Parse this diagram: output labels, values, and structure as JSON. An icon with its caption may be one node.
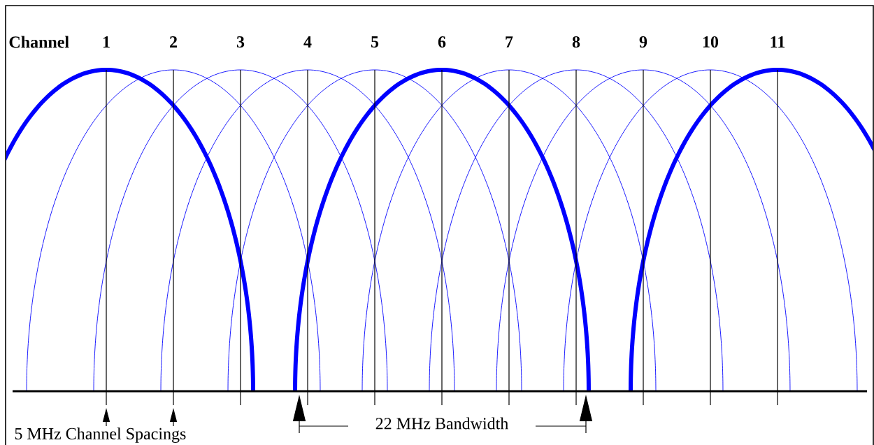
{
  "diagram": {
    "labels": [
      "Channel",
      "1",
      "2",
      "3",
      "4",
      "5",
      "6",
      "7",
      "8",
      "9",
      "10",
      "11",
      "5 MHz Channel Spacings",
      "22 MHz Bandwidth"
    ]
  }
}
